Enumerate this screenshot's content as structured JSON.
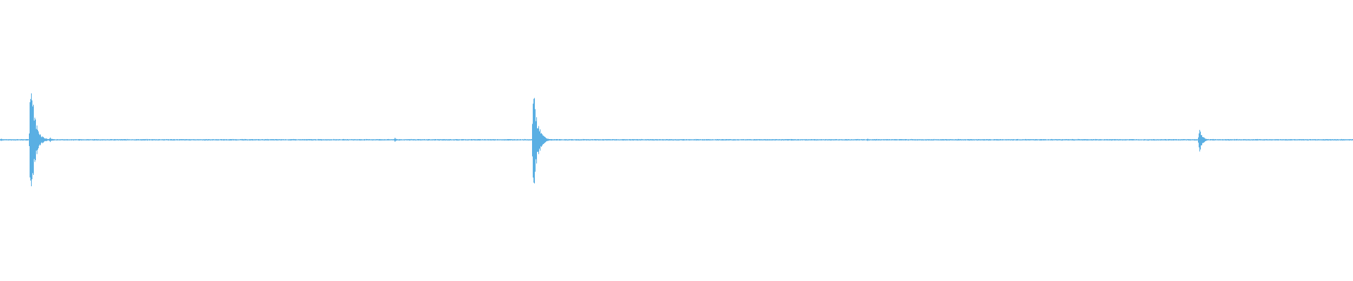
{
  "waveform": {
    "color": "#5aafe3",
    "background": "#ffffff",
    "duration": 1,
    "peaks": [
      {
        "t": 0.022,
        "up": 0.3,
        "down": 0.3,
        "decay": 0.003,
        "ring": 0.055
      },
      {
        "t": 0.0365,
        "up": 0.01,
        "down": 0.01,
        "decay": 0.002,
        "ring": 0.03
      },
      {
        "t": 0.2915,
        "up": 0.012,
        "down": 0.012,
        "decay": 0.0012,
        "ring": 0.025
      },
      {
        "t": 0.305,
        "up": 0.004,
        "down": 0.004,
        "decay": 0.0015,
        "ring": 0.02
      },
      {
        "t": 0.3935,
        "up": 0.23,
        "down": 0.24,
        "decay": 0.003,
        "ring": 0.05
      },
      {
        "t": 0.411,
        "up": 0.004,
        "down": 0.004,
        "decay": 0.0015,
        "ring": 0.02
      },
      {
        "t": 0.641,
        "up": 0.005,
        "down": 0.005,
        "decay": 0.0012,
        "ring": 0.02
      },
      {
        "t": 0.886,
        "up": 0.055,
        "down": 0.065,
        "decay": 0.002,
        "ring": 0.04
      }
    ]
  }
}
